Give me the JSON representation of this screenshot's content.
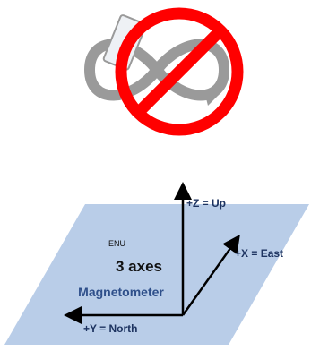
{
  "diagram": {
    "frame_name": "ENU",
    "title": "3 axes",
    "subtitle": "Magnetometer",
    "axes": {
      "z_label": "+Z = Up",
      "x_label": "+X = East",
      "y_label": "+Y = North"
    }
  },
  "icons": {
    "prohibited_icon": "no-figure-eight-calibration",
    "phone_icon": "smartphone"
  },
  "colors": {
    "prohibit_red": "#ff0000",
    "plane_fill": "#b9cde8",
    "infinity_gray": "#9a9a9a",
    "arrow_black": "#000000",
    "label_blue": "#1d3360",
    "subtitle_blue": "#2e4f8a"
  }
}
